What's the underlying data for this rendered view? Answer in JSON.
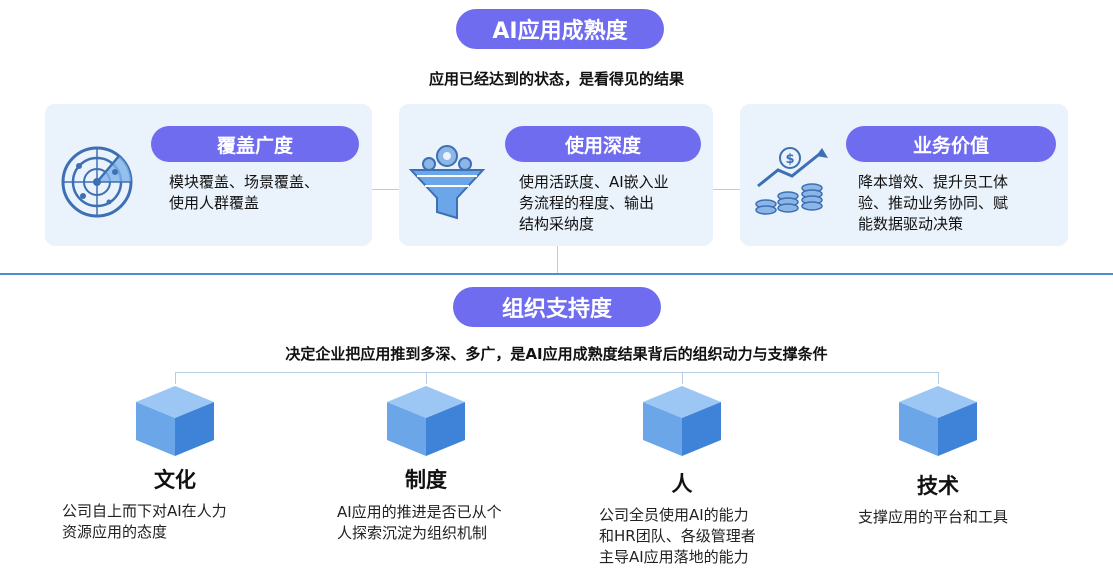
{
  "top": {
    "title": "AI应用成熟度",
    "subtitle": "应用已经达到的状态，是看得见的结果",
    "cards": [
      {
        "title": "覆盖广度",
        "desc": [
          "模块覆盖、场景覆盖、",
          "使用人群覆盖"
        ],
        "icon": "radar-icon"
      },
      {
        "title": "使用深度",
        "desc": [
          "使用活跃度、AI嵌入业",
          "务流程的程度、输出",
          "结构采纳度"
        ],
        "icon": "funnel-gears-icon"
      },
      {
        "title": "业务价值",
        "desc": [
          "降本增效、提升员工体",
          "验、推动业务协同、赋",
          "能数据驱动决策"
        ],
        "icon": "dollar-growth-icon"
      }
    ]
  },
  "bottom": {
    "title": "组织支持度",
    "subtitle": "决定企业把应用推到多深、多广，是AI应用成熟度结果背后的组织动力与支撑条件",
    "pillars": [
      {
        "name": "文化",
        "desc": [
          "公司自上而下对AI在人力",
          "资源应用的态度"
        ]
      },
      {
        "name": "制度",
        "desc": [
          "AI应用的推进是否已从个",
          "人探索沉淀为组织机制"
        ]
      },
      {
        "name": "人",
        "desc": [
          "公司全员使用AI的能力",
          "和HR团队、各级管理者",
          "主导AI应用落地的能力"
        ]
      },
      {
        "name": "技术",
        "desc": [
          "支撑应用的平台和工具"
        ]
      }
    ]
  },
  "colors": {
    "pill": "#6f6cf0",
    "card_bg": "#eaf2fb",
    "cube_top": "#9cc6f3",
    "cube_left": "#6aa6e8",
    "cube_right": "#3f83d8",
    "divider": "#4a8fd4"
  }
}
